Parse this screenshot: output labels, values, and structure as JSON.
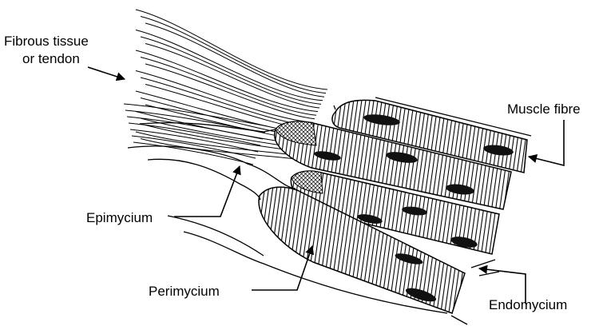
{
  "figure": {
    "labels": {
      "fibrous_tissue_line1": "Fibrous tissue",
      "fibrous_tissue_line2": "or tendon",
      "muscle_fibre": "Muscle fibre",
      "epimycium": "Epimycium",
      "perimycium": "Perimycium",
      "endomycium": "Endomycium"
    },
    "colors": {
      "ink": "#000000",
      "background": "#ffffff",
      "nucleus": "#111111"
    }
  }
}
